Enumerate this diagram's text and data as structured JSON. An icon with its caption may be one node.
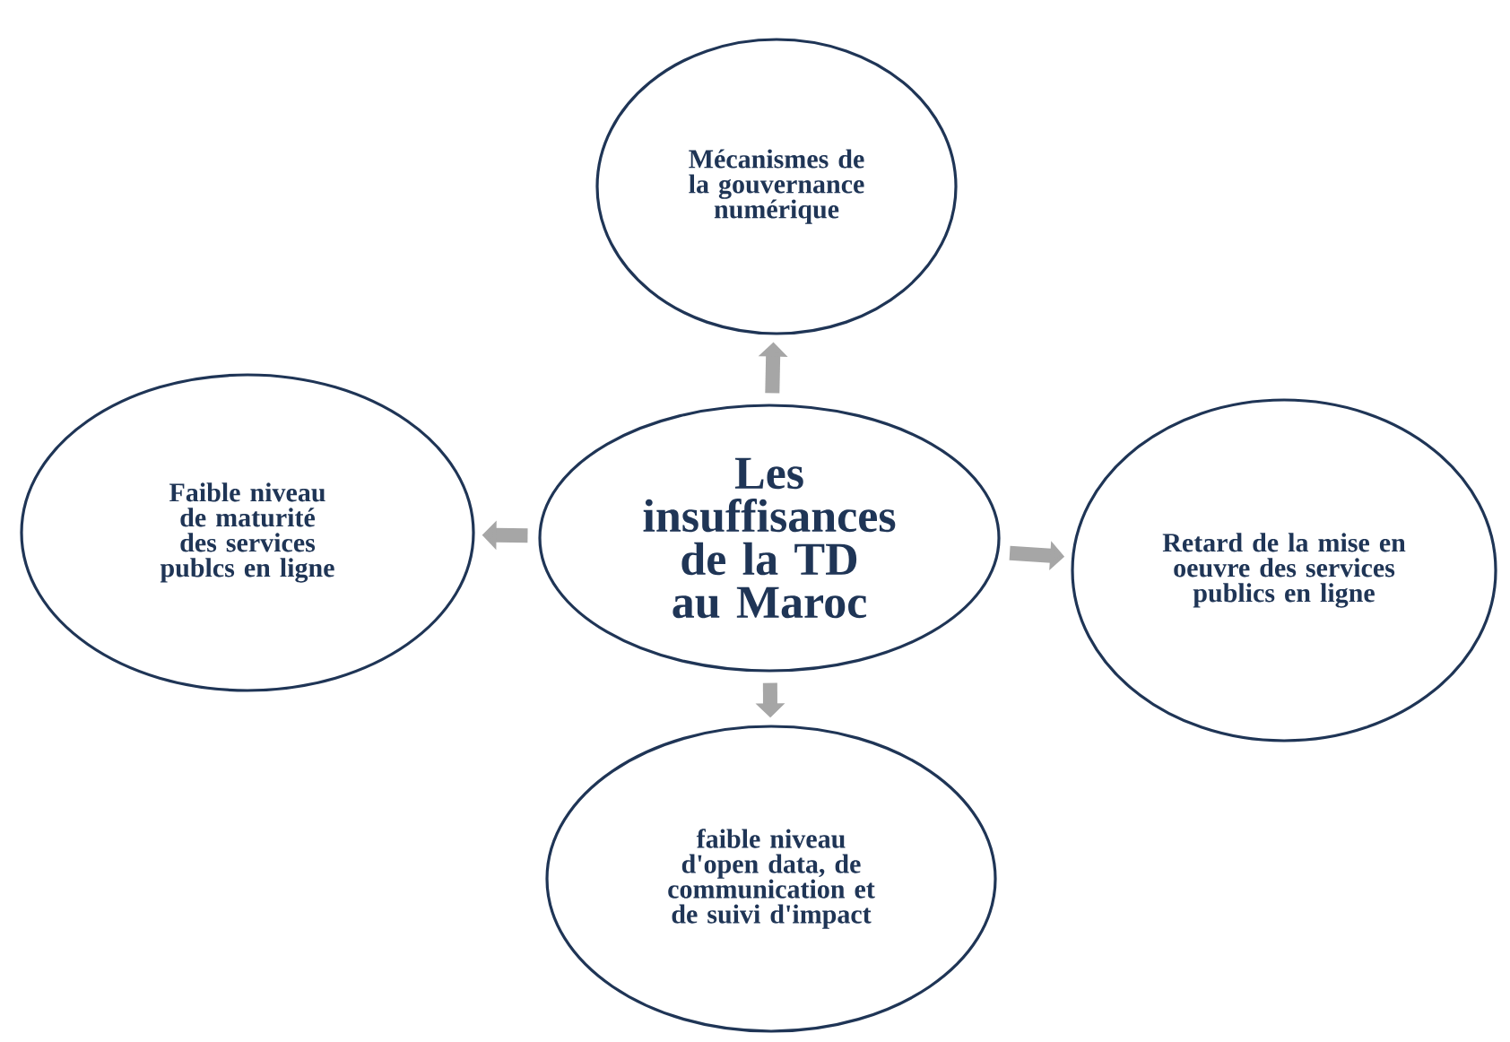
{
  "diagram": {
    "nodes": [
      {
        "text": [
          "Mécanismes de la gouvernance numérique"
        ]
      },
      {
        "text": [
          "Faible niveau de maturité des services publcs en ligne"
        ]
      },
      {
        "text": [
          "Les insuffisances de la TD au Maroc"
        ]
      },
      {
        "text": [
          "Retard de la mise en oeuvre des services publics en ligne"
        ]
      },
      {
        "text": [
          "faible niveau d'open data, de communication et de suivi d'impact"
        ]
      }
    ],
    "edges": [
      {
        "from": 2,
        "to": 0,
        "arrow": "to"
      },
      {
        "from": 2,
        "to": 1,
        "arrow": "to"
      },
      {
        "from": 2,
        "to": 3,
        "arrow": "to"
      },
      {
        "from": 2,
        "to": 4,
        "arrow": "to"
      }
    ]
  }
}
